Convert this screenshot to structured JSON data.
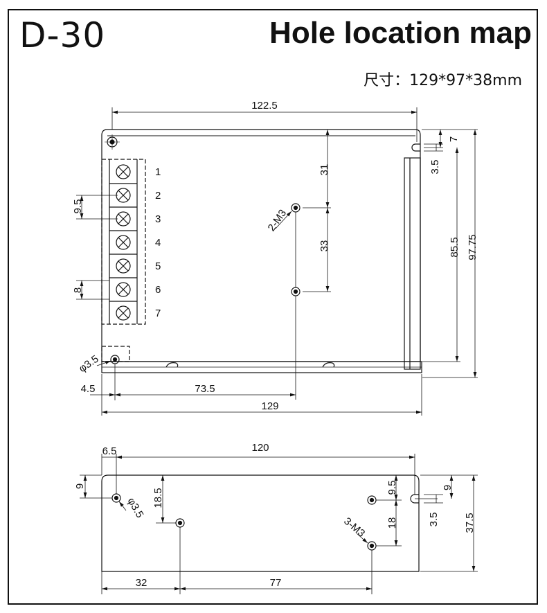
{
  "model": "D-30",
  "title": "Hole location map",
  "size_label": "尺寸：129*97*38mm",
  "top_view": {
    "dim_width_top": "122.5",
    "dim_right_7": "7",
    "dim_right_3_5": "3.5",
    "dim_right_85_5": "85.5",
    "dim_right_97_75": "97.75",
    "dim_31": "31",
    "dim_33": "33",
    "label_2m3": "2-M3",
    "dim_9_5": "9.5",
    "dim_8": "8",
    "dim_phi": "φ3.5",
    "dim_4_5": "4.5",
    "dim_73_5": "73.5",
    "dim_129": "129",
    "terminals": [
      "1",
      "2",
      "3",
      "4",
      "5",
      "6",
      "7"
    ]
  },
  "side_view": {
    "dim_6_5": "6.5",
    "dim_120": "120",
    "dim_9_left": "9",
    "dim_phi": "φ3.5",
    "dim_18_5": "18.5",
    "dim_9_5": "9.5",
    "dim_18": "18",
    "label_3m3": "3-M3",
    "dim_9_right": "9",
    "dim_3_5": "3.5",
    "dim_37_5": "37.5",
    "dim_32": "32",
    "dim_77": "77"
  }
}
